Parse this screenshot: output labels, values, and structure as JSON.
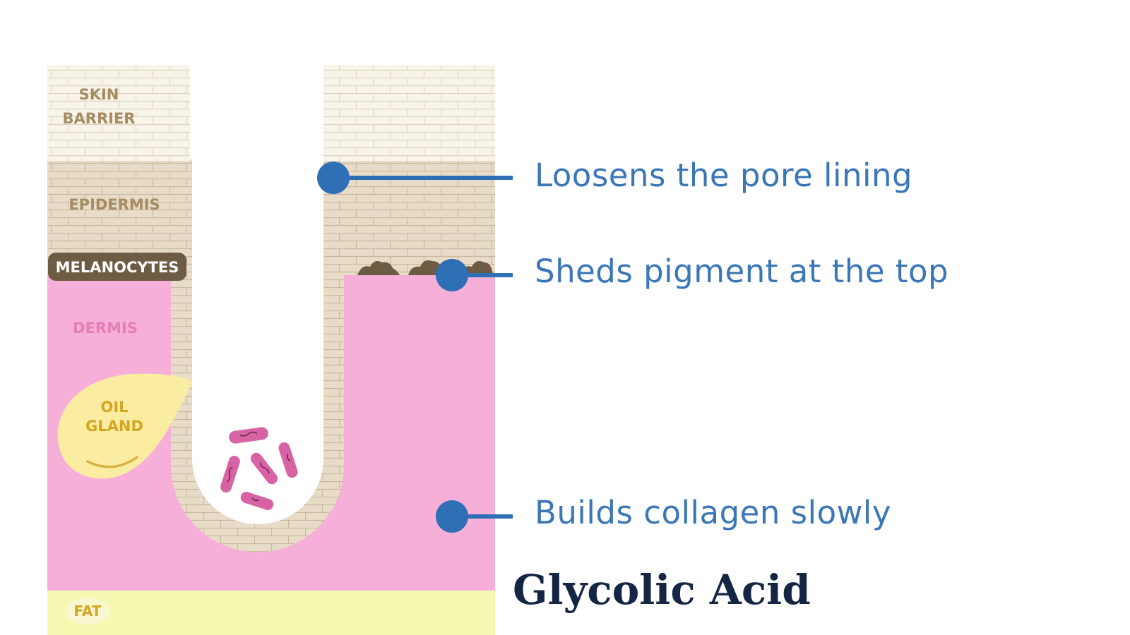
{
  "labels": {
    "skin_barrier_1": "SKIN",
    "skin_barrier_2": "BARRIER",
    "epidermis": "EPIDERMIS",
    "melanocytes": "MELANOCYTES",
    "dermis": "DERMIS",
    "oil_gland_1": "OIL",
    "oil_gland_2": "GLAND",
    "fat": "FAT"
  },
  "callouts": [
    "Loosens the pore lining",
    "Sheds pigment at the top",
    "Builds collagen slowly"
  ],
  "title": "Glycolic Acid",
  "colors": {
    "callout": "#3a76b8",
    "marker": "#2f6fb6",
    "skin_barrier": "#f8f4ea",
    "epidermis": "#e8dcc8",
    "melanocyte": "#6e5b43",
    "dermis": "#f5afd9",
    "oil_gland": "#faeca1",
    "fat": "#f4f8b0",
    "bacteria": "#d863a4",
    "title": "#152544"
  }
}
